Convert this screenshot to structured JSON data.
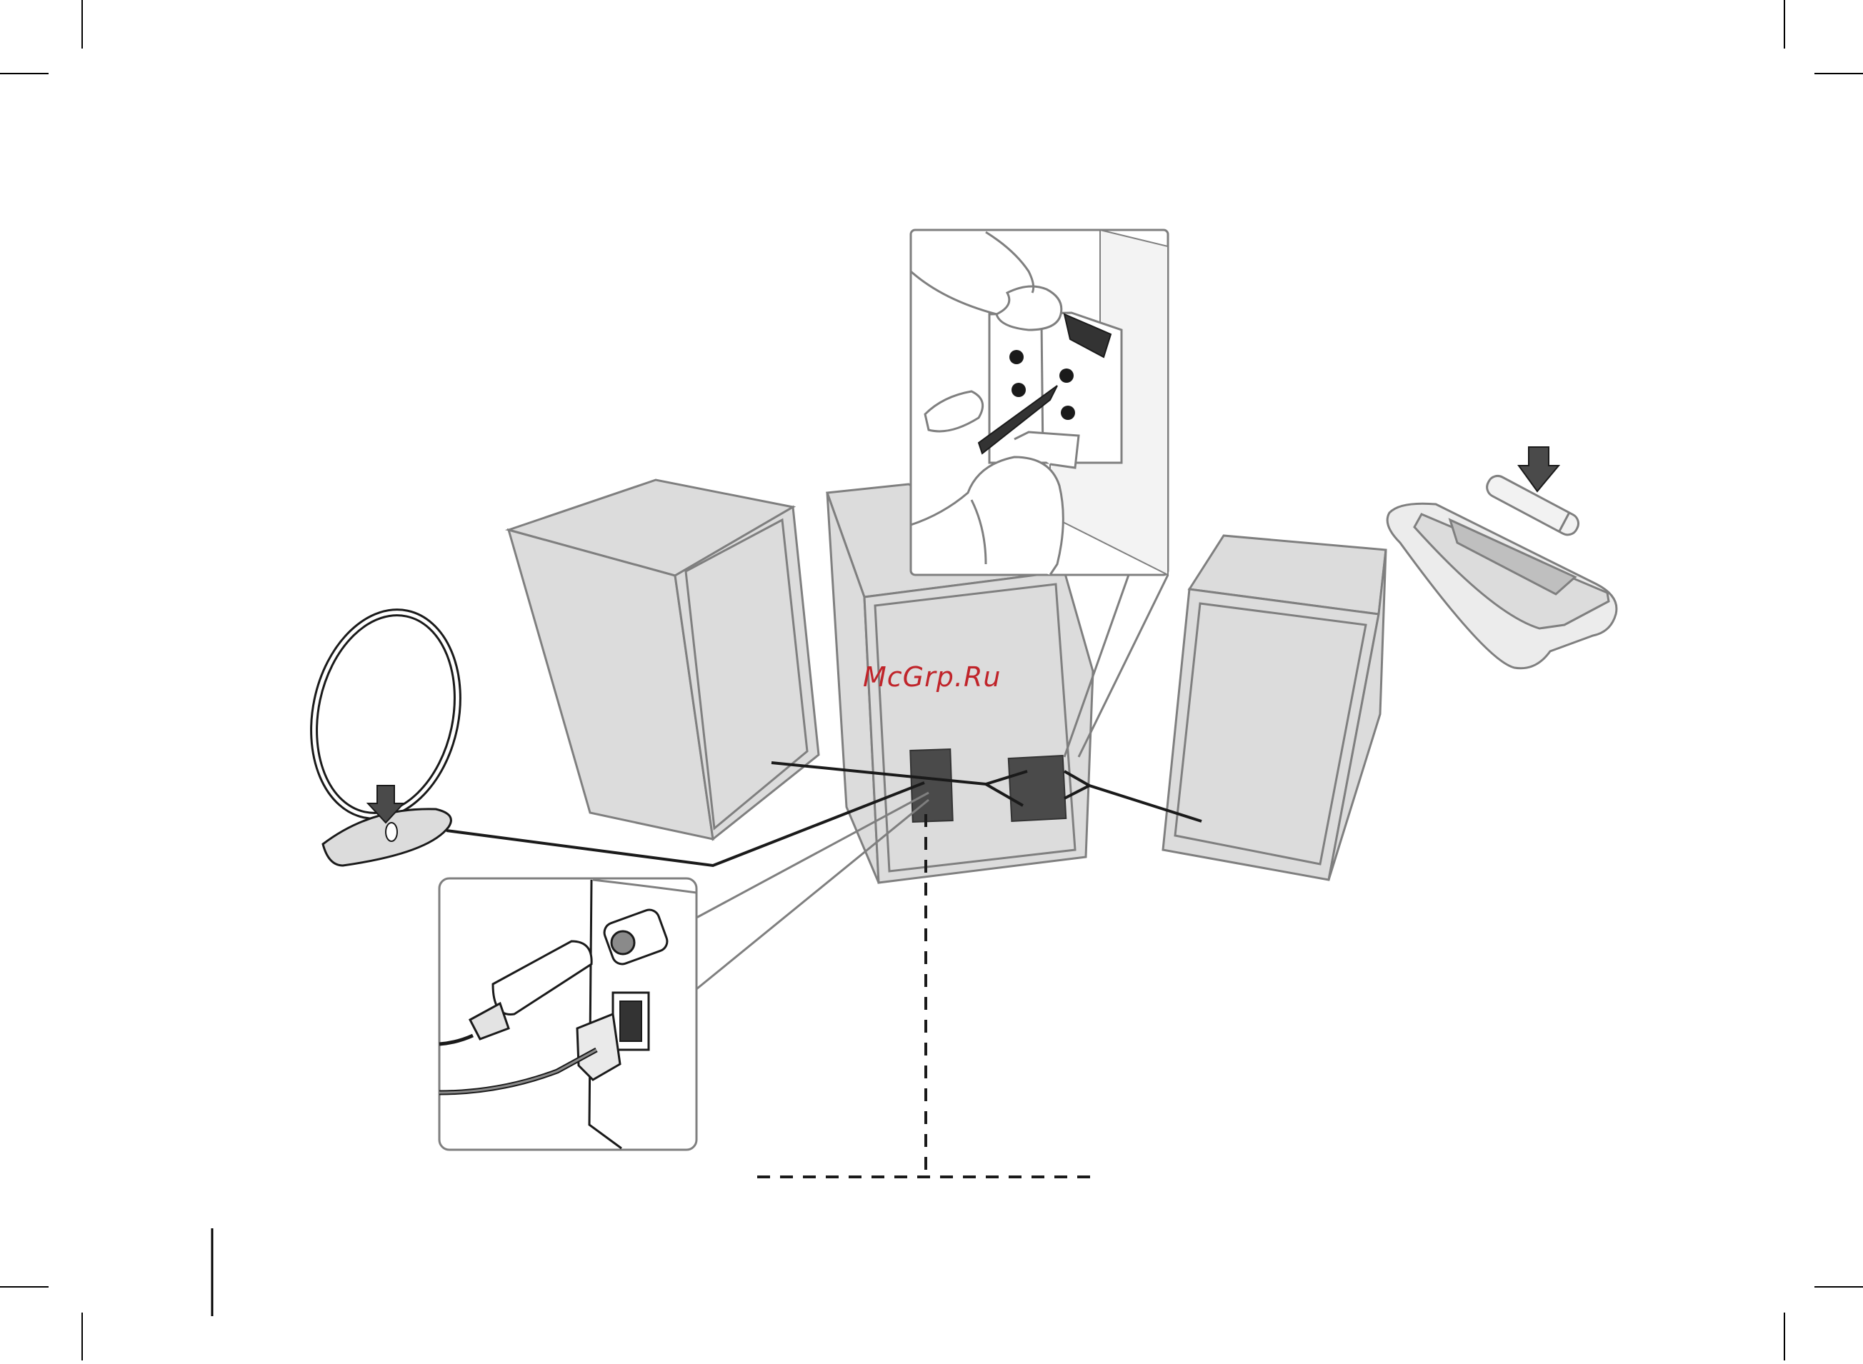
{
  "watermark": {
    "text": "McGrp.Ru"
  },
  "palette": {
    "body_fill": "#dcdcdc",
    "outline": "#7f7f7f",
    "dark_terminal": "#4a4a4a",
    "cable": "#1a1a1a",
    "watermark_color": "#c0242a"
  },
  "components": [
    {
      "id": "loop-antenna",
      "label": ""
    },
    {
      "id": "left-speaker",
      "label": ""
    },
    {
      "id": "main-unit",
      "label": ""
    },
    {
      "id": "right-speaker",
      "label": ""
    },
    {
      "id": "remote-control",
      "label": ""
    }
  ]
}
